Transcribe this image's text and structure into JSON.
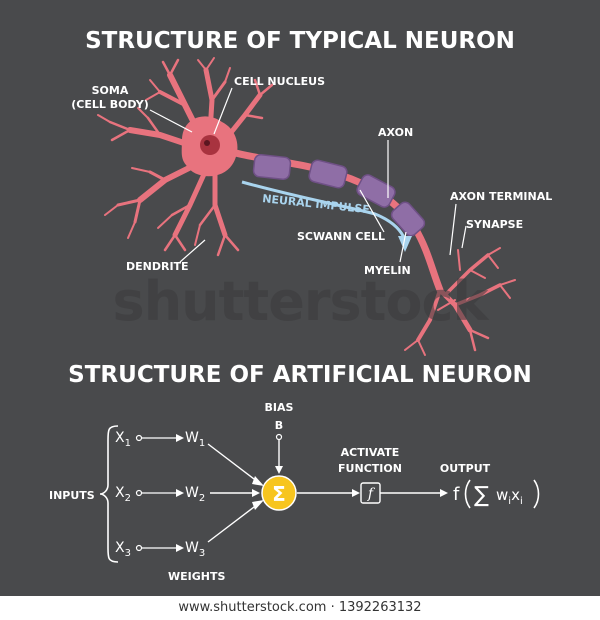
{
  "titles": {
    "biological": "STRUCTURE OF TYPICAL NEURON",
    "artificial": "STRUCTURE OF ARTIFICIAL NEURON"
  },
  "bio_labels": {
    "soma_line1": "SOMA",
    "soma_line2": "(CELL BODY)",
    "nucleus": "CELL NUCLEUS",
    "axon": "AXON",
    "impulse": "NEURAL IMPULSE",
    "axon_terminal": "AXON TERMINAL",
    "synapse": "SYNAPSE",
    "schwann": "SCWANN CELL",
    "myelin": "MYELIN",
    "dendrite": "DENDRITE"
  },
  "ann": {
    "inputs_label": "INPUTS",
    "weights_label": "WEIGHTS",
    "bias_line1": "BIAS",
    "bias_line2": "B",
    "activate_line1": "ACTIVATE",
    "activate_line2": "FUNCTION",
    "output_label": "OUTPUT",
    "inputs": [
      {
        "x": "X",
        "i": "1",
        "w": "W",
        "wi": "1"
      },
      {
        "x": "X",
        "i": "2",
        "w": "W",
        "wi": "2"
      },
      {
        "x": "X",
        "i": "3",
        "w": "W",
        "wi": "3"
      }
    ],
    "sum_symbol": "Σ",
    "activation_symbol": "f",
    "formula": {
      "f": "f",
      "sigma": "∑",
      "w": "w",
      "wi": "i",
      "x": "x",
      "xi": "i"
    }
  },
  "watermark": "shutterstock",
  "footer": "www.shutterstock.com · 1392263132",
  "colors": {
    "background": "#494a4c",
    "neuron": "#e8737e",
    "myelin": "#8f6ea6",
    "impulse": "#a9d4ee",
    "summation": "#f7c51f"
  }
}
